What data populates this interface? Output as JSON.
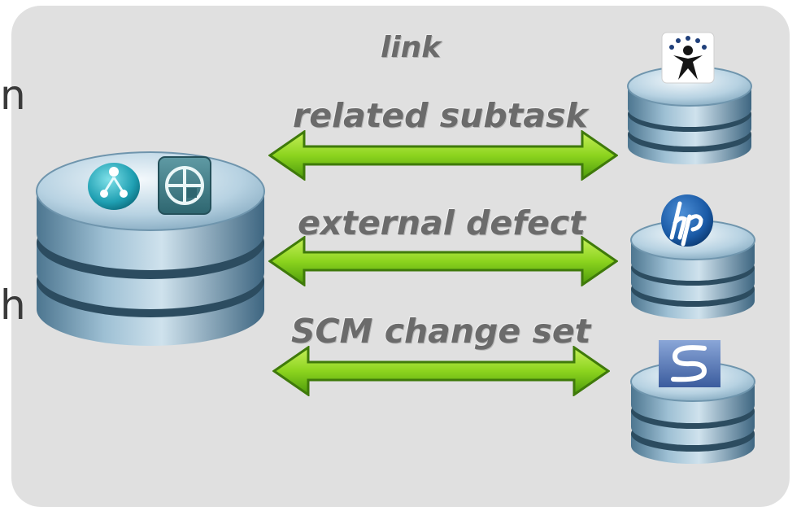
{
  "side_text": {
    "top": "n",
    "bottom": "h"
  },
  "header": {
    "title": "link"
  },
  "links": [
    {
      "label": "related subtask",
      "target_icon": "ibm-logo"
    },
    {
      "label": "external  defect",
      "target_icon": "hp-logo"
    },
    {
      "label": "SCM change set",
      "target_icon": "subversion-logo"
    }
  ],
  "colors": {
    "panel": "#e0e0e0",
    "arrow_fill": "#8cd41e",
    "arrow_outline": "#3f7a0a",
    "db_blue": "#8db3cc",
    "label_text": "#6b6b6b"
  },
  "source": {
    "icons": [
      "jazz-icon",
      "jira-icon"
    ]
  }
}
